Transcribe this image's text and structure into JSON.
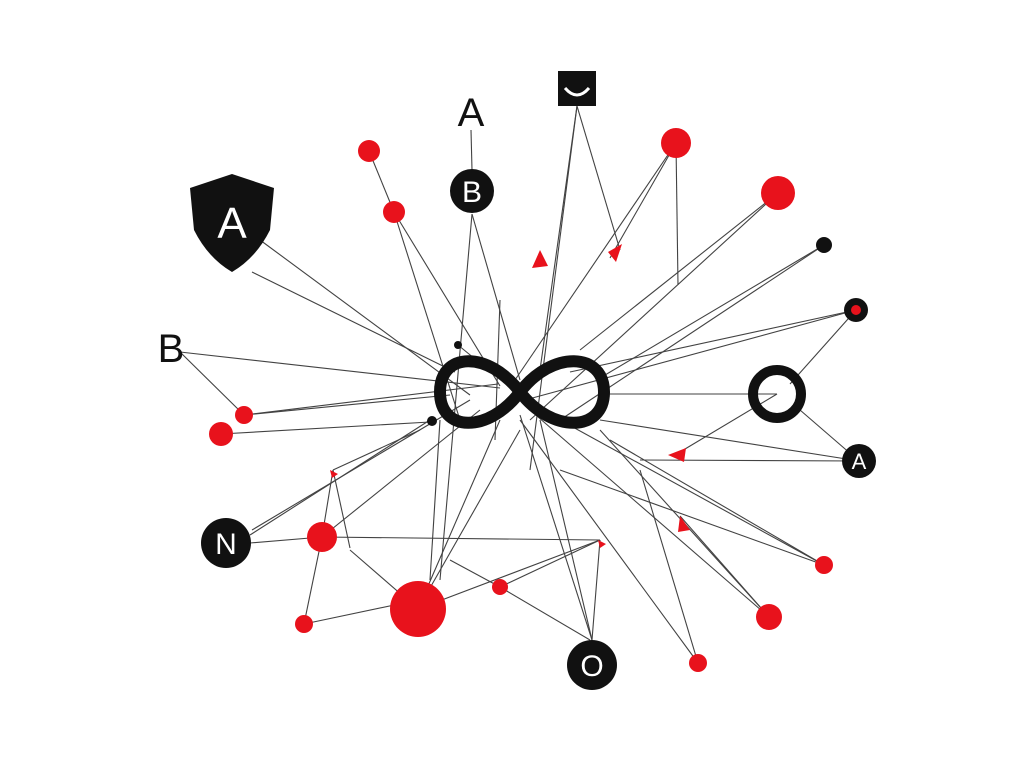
{
  "labels": {
    "top_a": "A",
    "left_b": "B",
    "shield_letter": "A",
    "badge_b": "B",
    "badge_n": "N",
    "badge_o": "O",
    "badge_a_right": "A"
  },
  "colors": {
    "accent_red": "#e8121c",
    "ink": "#111111",
    "background": "#ffffff"
  },
  "icons": {
    "center": "infinity-icon",
    "top": "smile-box-icon",
    "left": "shield-icon"
  }
}
